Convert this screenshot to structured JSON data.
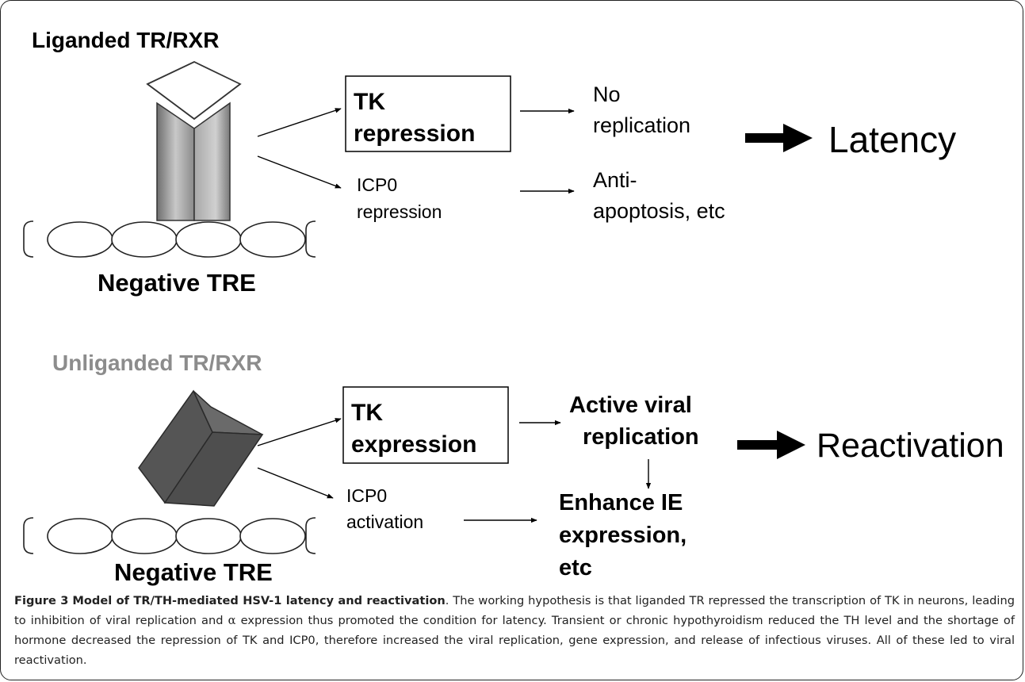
{
  "panel_top": {
    "title": "Liganded TR/RXR",
    "box_line1": "TK",
    "box_line2": "repression",
    "icp0_line1": "ICP0",
    "icp0_line2": "repression",
    "result1_line1": "No",
    "result1_line2": "replication",
    "result2_line1": "Anti-",
    "result2_line2": "apoptosis, etc",
    "outcome": "Latency",
    "tre_label": "Negative TRE"
  },
  "panel_bottom": {
    "title": "Unliganded TR/RXR",
    "title_color": "#8c8c8c",
    "box_line1": "TK",
    "box_line2": "expression",
    "icp0_line1": "ICP0",
    "icp0_line2": "activation",
    "result1_line1": "Active viral",
    "result1_line2": "replication",
    "result2_line1": "Enhance IE",
    "result2_line2": "expression,",
    "result2_line3": "etc",
    "outcome": "Reactivation",
    "tre_label": "Negative TRE"
  },
  "caption": {
    "figure_label": "Figure 3",
    "figure_title": "Model of TR/TH-mediated HSV-1 latency and reactivation",
    "text_a": ". The working hypothesis is that liganded TR repressed the transcription of TK in neurons, leading to inhibition of viral replication and ",
    "alpha": "α",
    "text_b": " expression thus promoted the condition for latency. Transient or chronic hypothyroidism reduced the TH level and the shortage of hormone decreased the repression of TK and ICP0, therefore increased the viral replication, gene expression, and release of infectious viruses. All of these led to viral reactivation."
  }
}
